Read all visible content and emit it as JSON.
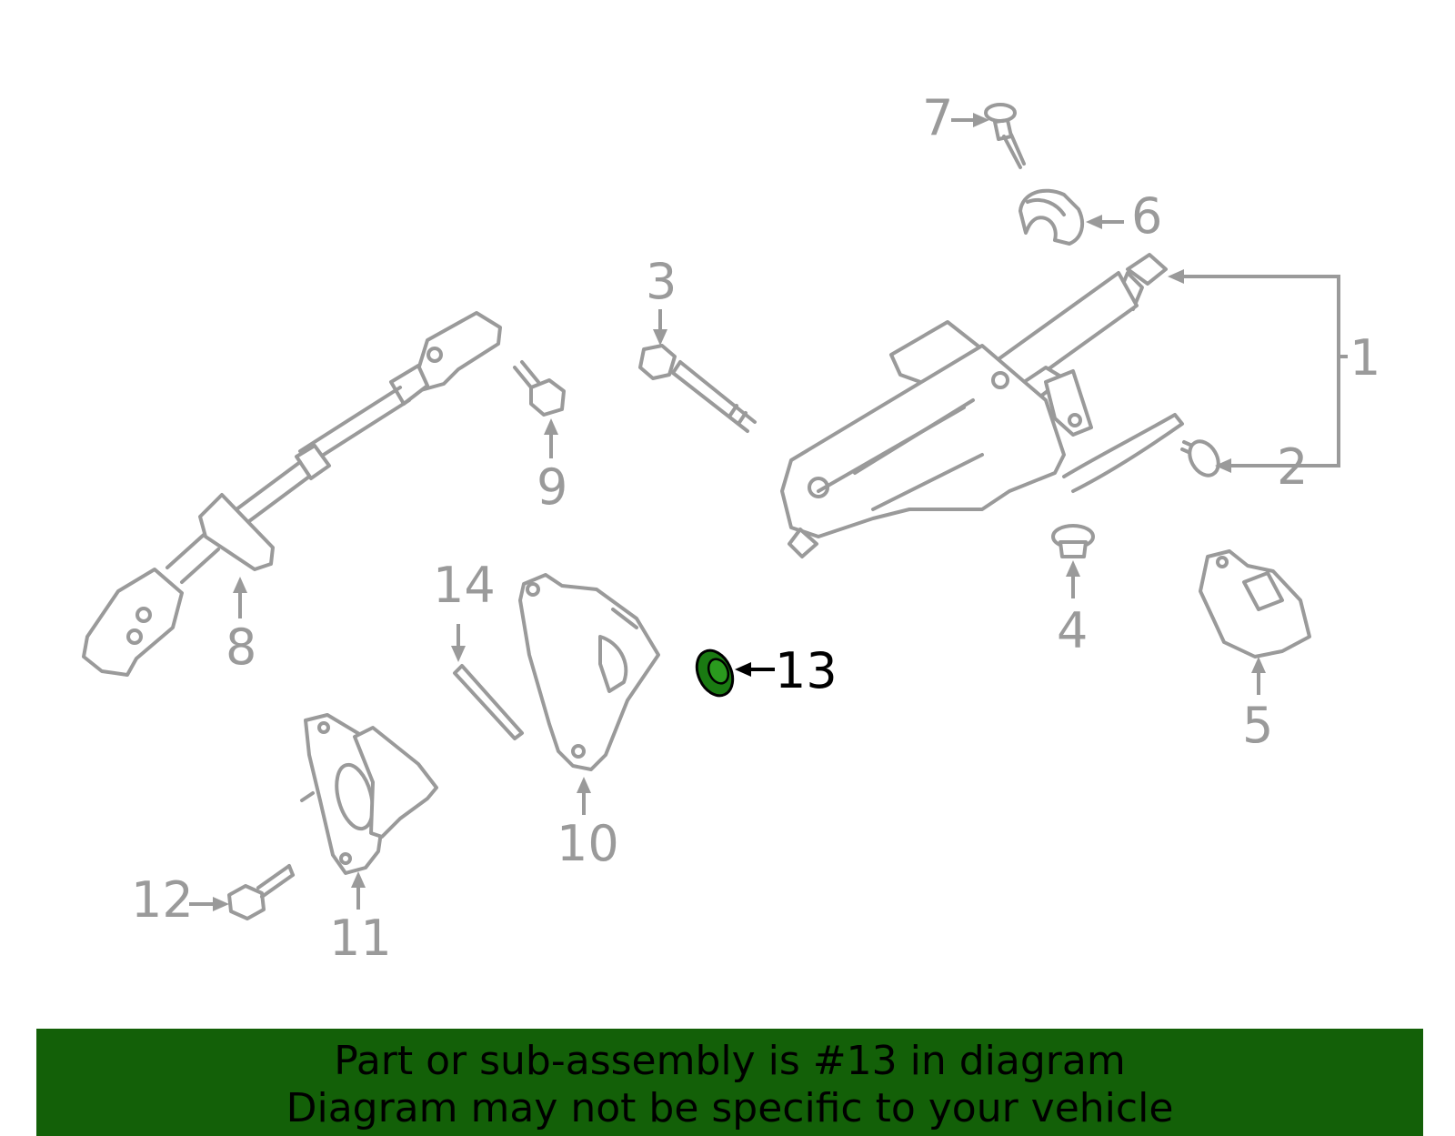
{
  "callouts": [
    "1",
    "2",
    "3",
    "4",
    "5",
    "6",
    "7",
    "8",
    "9",
    "10",
    "11",
    "12",
    "13",
    "14"
  ],
  "highlighted_part": "13",
  "colors": {
    "line": "#9a9a9a",
    "highlight": "#1a7a12",
    "banner": "#136008"
  },
  "banner": {
    "line1": "Part or sub-assembly is #13 in diagram",
    "line2": "Diagram may not be specific to your vehicle"
  }
}
